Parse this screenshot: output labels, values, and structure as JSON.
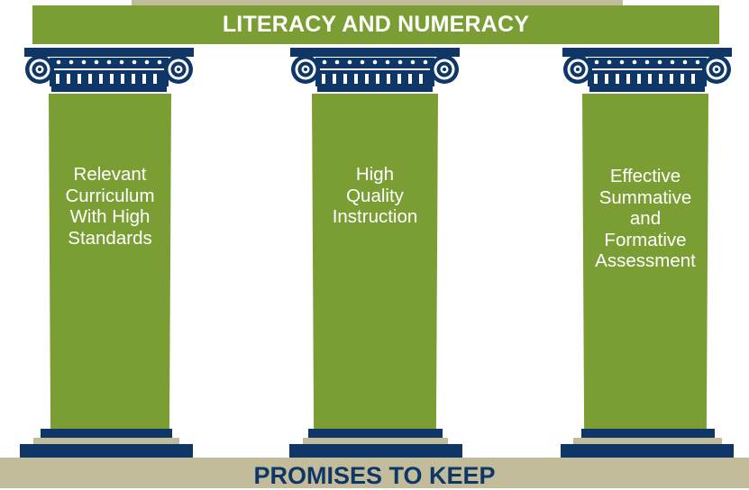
{
  "roof": {
    "title": "LITERACY AND NUMERACY"
  },
  "pillars": [
    {
      "label_lines": [
        "Relevant",
        "Curriculum",
        "With High",
        "Standards"
      ]
    },
    {
      "label_lines": [
        "High",
        "Quality",
        "Instruction"
      ]
    },
    {
      "label_lines": [
        "Effective",
        "Summative",
        "and",
        "Formative",
        "Assessment"
      ]
    }
  ],
  "foundation": {
    "title": "PROMISES TO KEEP"
  },
  "colors": {
    "green": "#7a9e33",
    "navy": "#0e3768",
    "sand": "#c3bc9a",
    "text_light": "#ffffff"
  }
}
